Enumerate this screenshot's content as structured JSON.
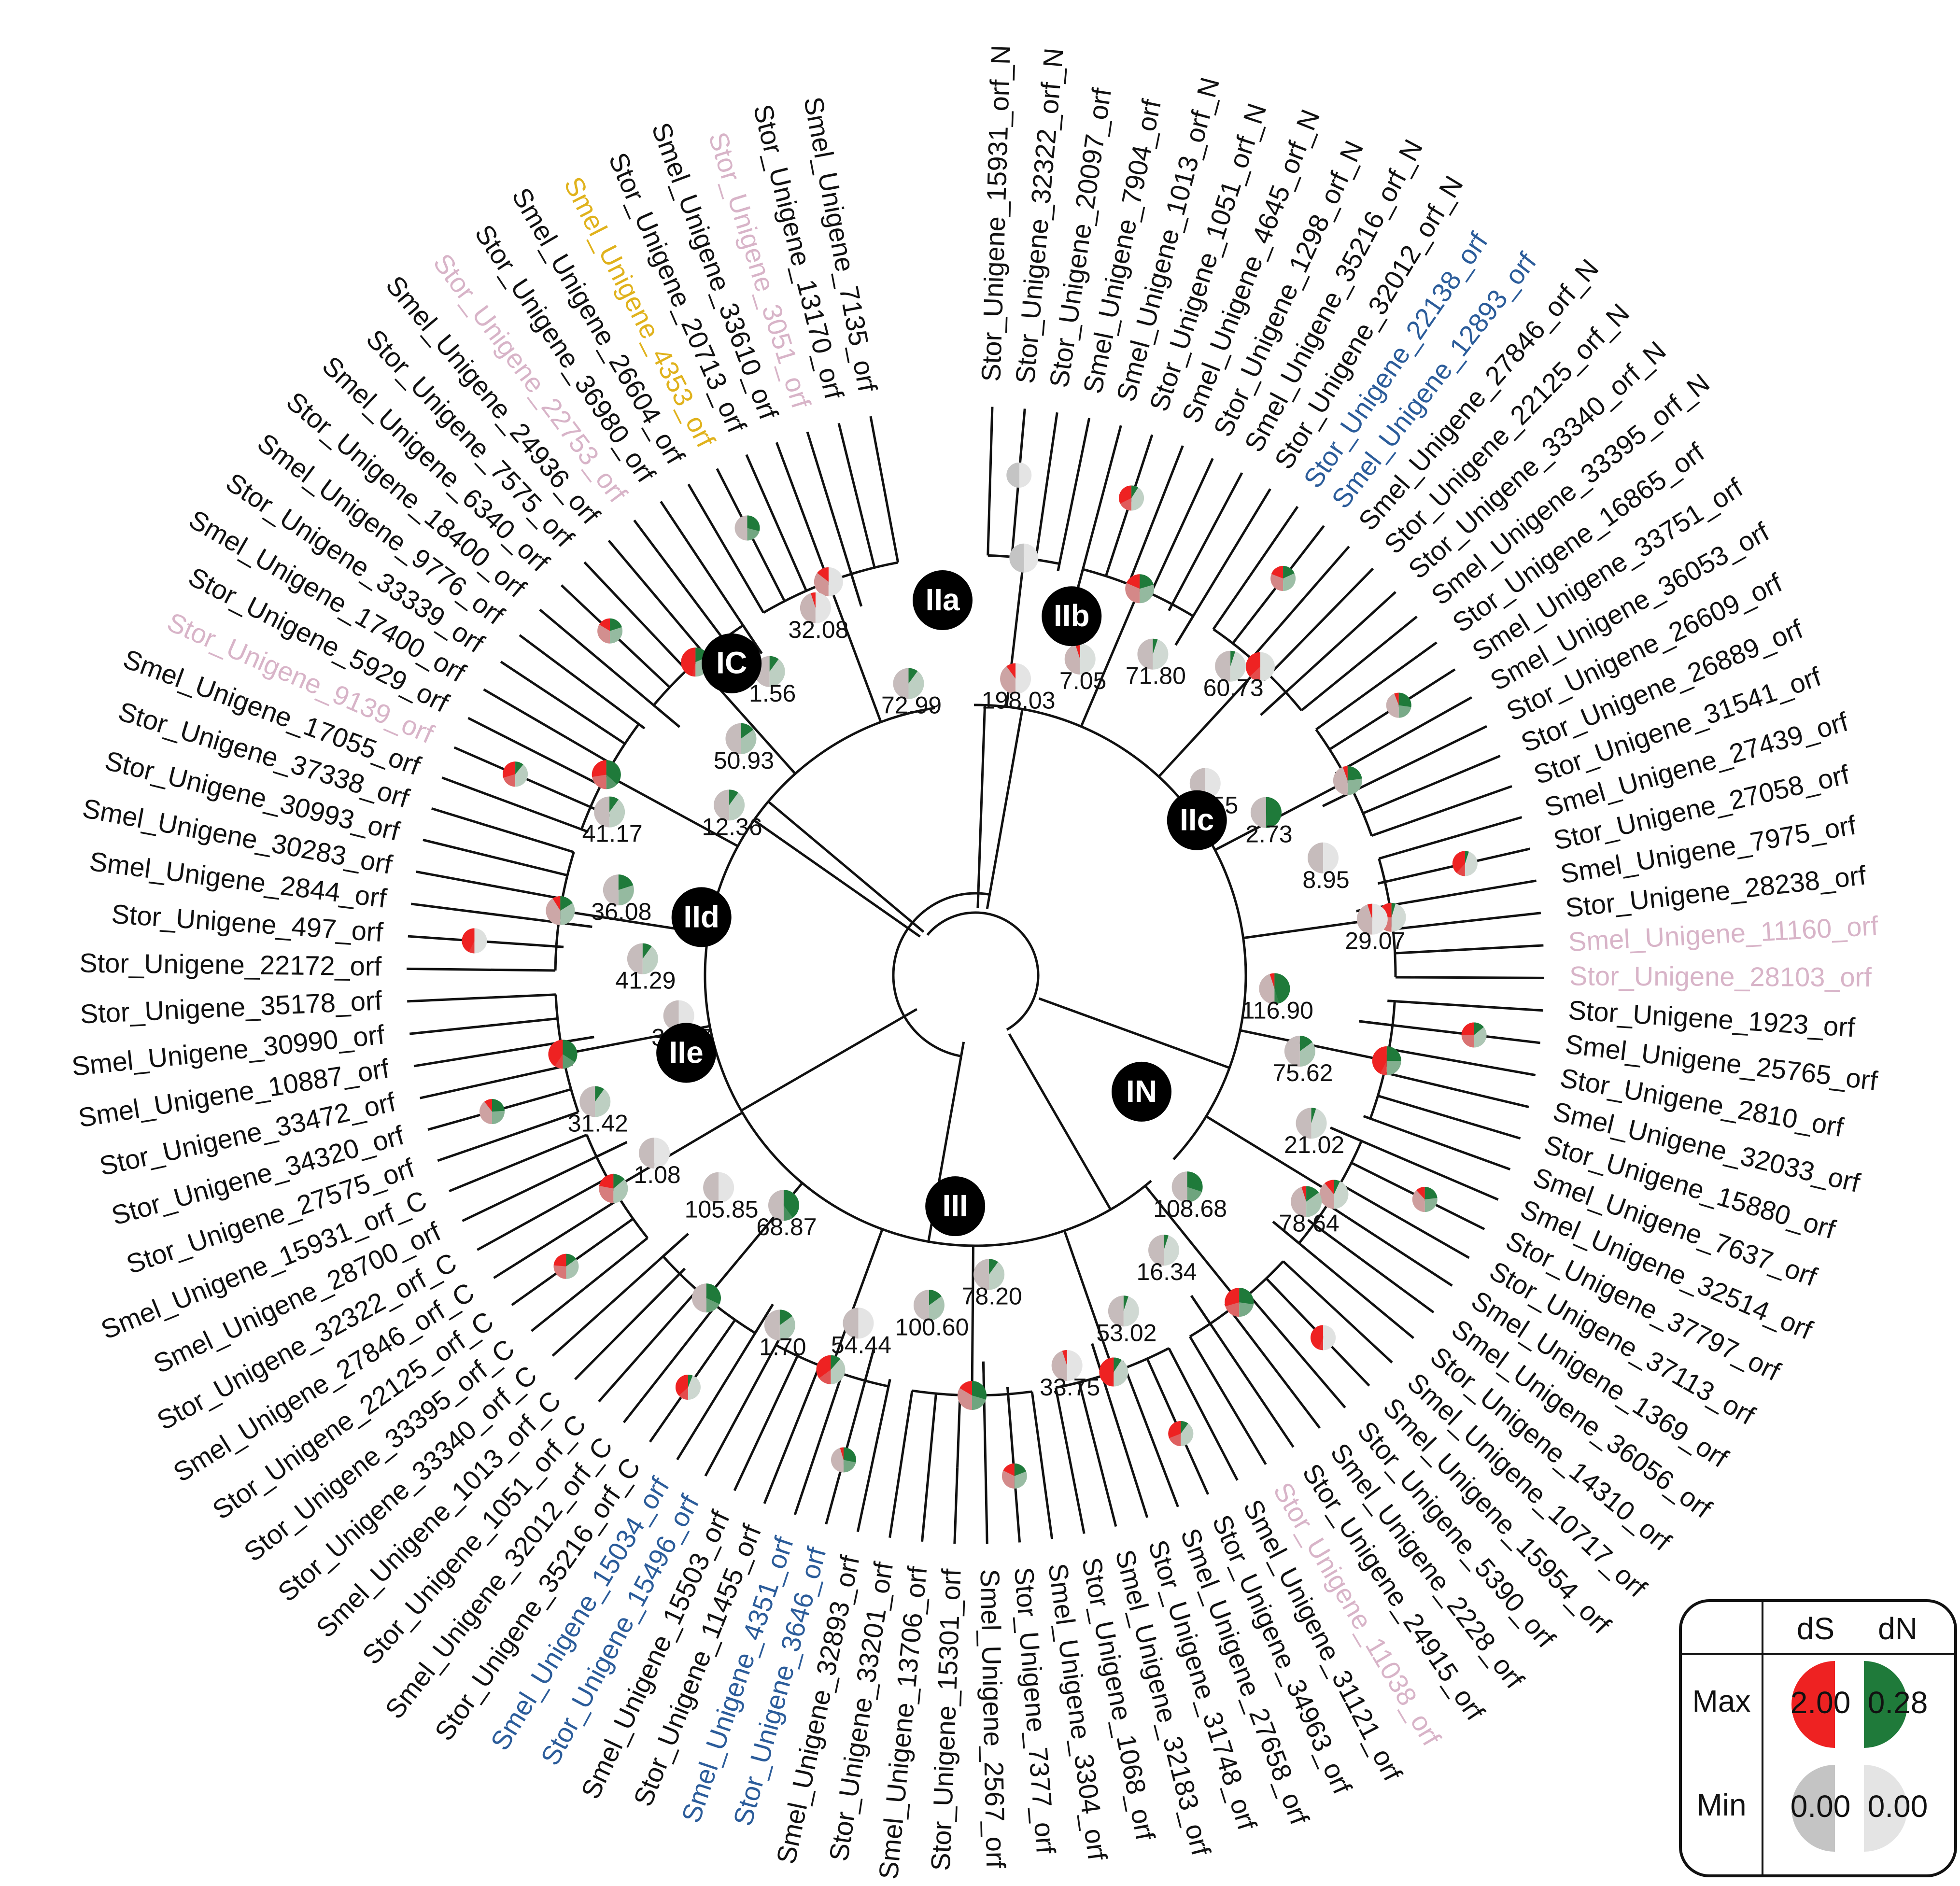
{
  "colors": {
    "ds_max": "#ee2222",
    "dn_max": "#1f7a3a",
    "ds_min": "#c4c4c4",
    "dn_min": "#e4e4e4",
    "tip_default": "#111111",
    "tip_blue": "#2b5c9a",
    "tip_pink": "#d8b4c8",
    "tip_gold": "#e0b21c",
    "clade_fill": "#000000"
  },
  "tips": [
    {
      "label": "Stor_Unigene_15931_orf_N",
      "color": "default"
    },
    {
      "label": "Stor_Unigene_32322_orf_N",
      "color": "default"
    },
    {
      "label": "Stor_Unigene_20097_orf",
      "color": "default"
    },
    {
      "label": "Smel_Unigene_7904_orf",
      "color": "default"
    },
    {
      "label": "Smel_Unigene_1013_orf_N",
      "color": "default"
    },
    {
      "label": "Stor_Unigene_1051_orf_N",
      "color": "default"
    },
    {
      "label": "Smel_Unigene_4645_orf_N",
      "color": "default"
    },
    {
      "label": "Stor_Unigene_1298_orf_N",
      "color": "default"
    },
    {
      "label": "Smel_Unigene_35216_orf_N",
      "color": "default"
    },
    {
      "label": "Stor_Unigene_32012_orf_N",
      "color": "default"
    },
    {
      "label": "Stor_Unigene_22138_orf",
      "color": "blue"
    },
    {
      "label": "Smel_Unigene_12893_orf",
      "color": "blue"
    },
    {
      "label": "Smel_Unigene_27846_orf_N",
      "color": "default"
    },
    {
      "label": "Stor_Unigene_22125_orf_N",
      "color": "default"
    },
    {
      "label": "Stor_Unigene_33340_orf_N",
      "color": "default"
    },
    {
      "label": "Smel_Unigene_33395_orf_N",
      "color": "default"
    },
    {
      "label": "Stor_Unigene_16865_orf",
      "color": "default"
    },
    {
      "label": "Smel_Unigene_33751_orf",
      "color": "default"
    },
    {
      "label": "Smel_Unigene_36053_orf",
      "color": "default"
    },
    {
      "label": "Stor_Unigene_26609_orf",
      "color": "default"
    },
    {
      "label": "Stor_Unigene_26889_orf",
      "color": "default"
    },
    {
      "label": "Stor_Unigene_31541_orf",
      "color": "default"
    },
    {
      "label": "Smel_Unigene_27439_orf",
      "color": "default"
    },
    {
      "label": "Stor_Unigene_27058_orf",
      "color": "default"
    },
    {
      "label": "Smel_Unigene_7975_orf",
      "color": "default"
    },
    {
      "label": "Stor_Unigene_28238_orf",
      "color": "default"
    },
    {
      "label": "Smel_Unigene_11160_orf",
      "color": "pink"
    },
    {
      "label": "Stor_Unigene_28103_orf",
      "color": "pink"
    },
    {
      "label": "Stor_Unigene_1923_orf",
      "color": "default"
    },
    {
      "label": "Smel_Unigene_25765_orf",
      "color": "default"
    },
    {
      "label": "Stor_Unigene_2810_orf",
      "color": "default"
    },
    {
      "label": "Smel_Unigene_32033_orf",
      "color": "default"
    },
    {
      "label": "Stor_Unigene_15880_orf",
      "color": "default"
    },
    {
      "label": "Smel_Unigene_7637_orf",
      "color": "default"
    },
    {
      "label": "Smel_Unigene_32514_orf",
      "color": "default"
    },
    {
      "label": "Stor_Unigene_37797_orf",
      "color": "default"
    },
    {
      "label": "Stor_Unigene_37113_orf",
      "color": "default"
    },
    {
      "label": "Smel_Unigene_1369_orf",
      "color": "default"
    },
    {
      "label": "Smel_Unigene_36056_orf",
      "color": "default"
    },
    {
      "label": "Stor_Unigene_14310_orf",
      "color": "default"
    },
    {
      "label": "Smel_Unigene_10717_orf",
      "color": "default"
    },
    {
      "label": "Smel_Unigene_15954_orf",
      "color": "default"
    },
    {
      "label": "Stor_Unigene_5390_orf",
      "color": "default"
    },
    {
      "label": "Smel_Unigene_2228_orf",
      "color": "default"
    },
    {
      "label": "Stor_Unigene_24915_orf",
      "color": "default"
    },
    {
      "label": "Stor_Unigene_11038_orf",
      "color": "pink"
    },
    {
      "label": "Smel_Unigene_31121_orf",
      "color": "default"
    },
    {
      "label": "Stor_Unigene_34963_orf",
      "color": "default"
    },
    {
      "label": "Smel_Unigene_27658_orf",
      "color": "default"
    },
    {
      "label": "Stor_Unigene_31748_orf",
      "color": "default"
    },
    {
      "label": "Smel_Unigene_32183_orf",
      "color": "default"
    },
    {
      "label": "Stor_Unigene_1068_orf",
      "color": "default"
    },
    {
      "label": "Smel_Unigene_3304_orf",
      "color": "default"
    },
    {
      "label": "Stor_Unigene_7377_orf",
      "color": "default"
    },
    {
      "label": "Smel_Unigene_2567_orf",
      "color": "default"
    },
    {
      "label": "Stor_Unigene_15301_orf",
      "color": "default"
    },
    {
      "label": "Smel_Unigene_13706_orf",
      "color": "default"
    },
    {
      "label": "Stor_Unigene_33201_orf",
      "color": "default"
    },
    {
      "label": "Smel_Unigene_32893_orf",
      "color": "default"
    },
    {
      "label": "Stor_Unigene_3646_orf",
      "color": "blue"
    },
    {
      "label": "Smel_Unigene_4351_orf",
      "color": "blue"
    },
    {
      "label": "Stor_Unigene_11455_orf",
      "color": "default"
    },
    {
      "label": "Smel_Unigene_15503_orf",
      "color": "default"
    },
    {
      "label": "Stor_Unigene_15496_orf",
      "color": "blue"
    },
    {
      "label": "Smel_Unigene_15034_orf",
      "color": "blue"
    },
    {
      "label": "Stor_Unigene_35216_orf_C",
      "color": "default"
    },
    {
      "label": "Smel_Unigene_32012_orf_C",
      "color": "default"
    },
    {
      "label": "Stor_Unigene_1051_orf_C",
      "color": "default"
    },
    {
      "label": "Smel_Unigene_1013_orf_C",
      "color": "default"
    },
    {
      "label": "Stor_Unigene_33340_orf_C",
      "color": "default"
    },
    {
      "label": "Stor_Unigene_33395_orf_C",
      "color": "default"
    },
    {
      "label": "Stor_Unigene_22125_orf_C",
      "color": "default"
    },
    {
      "label": "Smel_Unigene_27846_orf_C",
      "color": "default"
    },
    {
      "label": "Stor_Unigene_32322_orf_C",
      "color": "default"
    },
    {
      "label": "Smel_Unigene_28700_orf",
      "color": "default"
    },
    {
      "label": "Smel_Unigene_15931_orf_C",
      "color": "default"
    },
    {
      "label": "Stor_Unigene_27575_orf",
      "color": "default"
    },
    {
      "label": "Stor_Unigene_34320_orf",
      "color": "default"
    },
    {
      "label": "Stor_Unigene_33472_orf",
      "color": "default"
    },
    {
      "label": "Smel_Unigene_10887_orf",
      "color": "default"
    },
    {
      "label": "Smel_Unigene_30990_orf",
      "color": "default"
    },
    {
      "label": "Stor_Unigene_35178_orf",
      "color": "default"
    },
    {
      "label": "Stor_Unigene_22172_orf",
      "color": "default"
    },
    {
      "label": "Stor_Unigene_497_orf",
      "color": "default"
    },
    {
      "label": "Smel_Unigene_2844_orf",
      "color": "default"
    },
    {
      "label": "Smel_Unigene_30283_orf",
      "color": "default"
    },
    {
      "label": "Stor_Unigene_30993_orf",
      "color": "default"
    },
    {
      "label": "Stor_Unigene_37338_orf",
      "color": "default"
    },
    {
      "label": "Smel_Unigene_17055_orf",
      "color": "default"
    },
    {
      "label": "Stor_Unigene_9139_orf",
      "color": "pink"
    },
    {
      "label": "Stor_Unigene_5929_orf",
      "color": "default"
    },
    {
      "label": "Smel_Unigene_17400_orf",
      "color": "default"
    },
    {
      "label": "Stor_Unigene_33339_orf",
      "color": "default"
    },
    {
      "label": "Smel_Unigene_9776_orf",
      "color": "default"
    },
    {
      "label": "Stor_Unigene_18400_orf",
      "color": "default"
    },
    {
      "label": "Smel_Unigene_6340_orf",
      "color": "default"
    },
    {
      "label": "Stor_Unigene_7575_orf",
      "color": "default"
    },
    {
      "label": "Smel_Unigene_24936_orf",
      "color": "default"
    },
    {
      "label": "Stor_Unigene_22753_orf",
      "color": "pink"
    },
    {
      "label": "Stor_Unigene_36980_orf",
      "color": "default"
    },
    {
      "label": "Smel_Unigene_26604_orf",
      "color": "default"
    },
    {
      "label": "Smel_Unigene_4353_orf",
      "color": "gold"
    },
    {
      "label": "Stor_Unigene_20713_orf",
      "color": "default"
    },
    {
      "label": "Smel_Unigene_33610_orf",
      "color": "default"
    },
    {
      "label": "Stor_Unigene_3051_orf",
      "color": "pink"
    },
    {
      "label": "Stor_Unigene_13170_orf",
      "color": "default"
    },
    {
      "label": "Smel_Unigene_7135_orf",
      "color": "default"
    }
  ],
  "clades": [
    {
      "label": "IIa"
    },
    {
      "label": "IIb"
    },
    {
      "label": "IC"
    },
    {
      "label": "IIc"
    },
    {
      "label": "IId"
    },
    {
      "label": "IN"
    },
    {
      "label": "IIe"
    },
    {
      "label": "III"
    }
  ],
  "node_values": [
    {
      "label": "198.03",
      "ds": 0.2,
      "dn": 0.0
    },
    {
      "label": "7.05",
      "ds": 0.1,
      "dn": 0.05
    },
    {
      "label": "71.80",
      "ds": 0.05,
      "dn": 0.1
    },
    {
      "label": "60.73",
      "ds": 0.05,
      "dn": 0.1
    },
    {
      "label": "45.55",
      "ds": 0.05,
      "dn": 0.0
    },
    {
      "label": "2.73",
      "ds": 0.05,
      "dn": 0.95
    },
    {
      "label": "8.95",
      "ds": 0.05,
      "dn": 0.0
    },
    {
      "label": "29.07",
      "ds": 0.1,
      "dn": 0.0
    },
    {
      "label": "116.90",
      "ds": 0.1,
      "dn": 0.9
    },
    {
      "label": "75.62",
      "ds": 0.05,
      "dn": 0.3
    },
    {
      "label": "21.02",
      "ds": 0.05,
      "dn": 0.1
    },
    {
      "label": "78.64",
      "ds": 0.1,
      "dn": 0.3
    },
    {
      "label": "108.68",
      "ds": 0.05,
      "dn": 0.6
    },
    {
      "label": "16.34",
      "ds": 0.05,
      "dn": 0.1
    },
    {
      "label": "53.02",
      "ds": 0.05,
      "dn": 0.1
    },
    {
      "label": "33.75",
      "ds": 0.1,
      "dn": 0.0
    },
    {
      "label": "78.20",
      "ds": 0.05,
      "dn": 0.2
    },
    {
      "label": "100.60",
      "ds": 0.05,
      "dn": 0.3
    },
    {
      "label": "54.44",
      "ds": 0.05,
      "dn": 0.0
    },
    {
      "label": "1.70",
      "ds": 0.05,
      "dn": 0.3
    },
    {
      "label": "68.87",
      "ds": 0.05,
      "dn": 0.8
    },
    {
      "label": "105.85",
      "ds": 0.05,
      "dn": 0.0
    },
    {
      "label": "1.08",
      "ds": 0.05,
      "dn": 0.0
    },
    {
      "label": "31.42",
      "ds": 0.05,
      "dn": 0.2
    },
    {
      "label": "31.27",
      "ds": 0.05,
      "dn": 0.0
    },
    {
      "label": "41.29",
      "ds": 0.05,
      "dn": 0.2
    },
    {
      "label": "36.08",
      "ds": 0.05,
      "dn": 0.4
    },
    {
      "label": "41.17",
      "ds": 0.05,
      "dn": 0.2
    },
    {
      "label": "12.36",
      "ds": 0.05,
      "dn": 0.2
    },
    {
      "label": "50.93",
      "ds": 0.05,
      "dn": 0.3
    },
    {
      "label": "1.56",
      "ds": 0.05,
      "dn": 0.2
    },
    {
      "label": "32.08",
      "ds": 0.1,
      "dn": 0.0
    },
    {
      "label": "72.99",
      "ds": 0.05,
      "dn": 0.2
    }
  ],
  "legend": {
    "col_ds": "dS",
    "col_dn": "dN",
    "row_max": "Max",
    "row_min": "Min",
    "max_ds": "2.00",
    "max_dn": "0.28",
    "min_ds": "0.00",
    "min_dn": "0.00"
  }
}
